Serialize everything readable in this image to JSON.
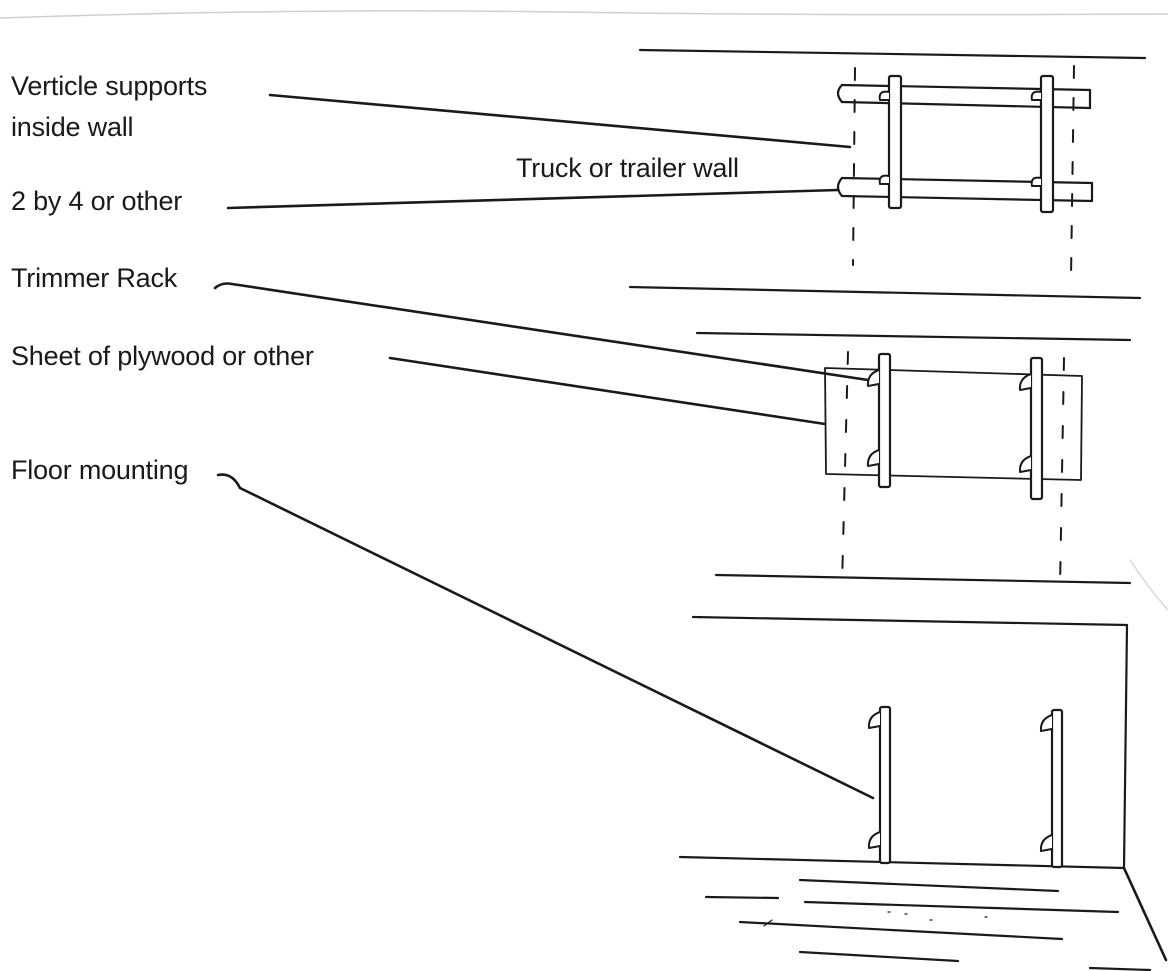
{
  "labels": {
    "vertical_supports_line1": "Verticle supports",
    "vertical_supports_line2": "inside wall",
    "truck_wall": "Truck or trailer wall",
    "two_by_four": "2 by 4 or other",
    "trimmer_rack": "Trimmer Rack",
    "plywood": "Sheet of plywood or other",
    "floor_mounting": "Floor mounting"
  },
  "colors": {
    "ink": "#1a1a1a",
    "paper": "#ffffff",
    "faint": "#cfcfcf"
  }
}
